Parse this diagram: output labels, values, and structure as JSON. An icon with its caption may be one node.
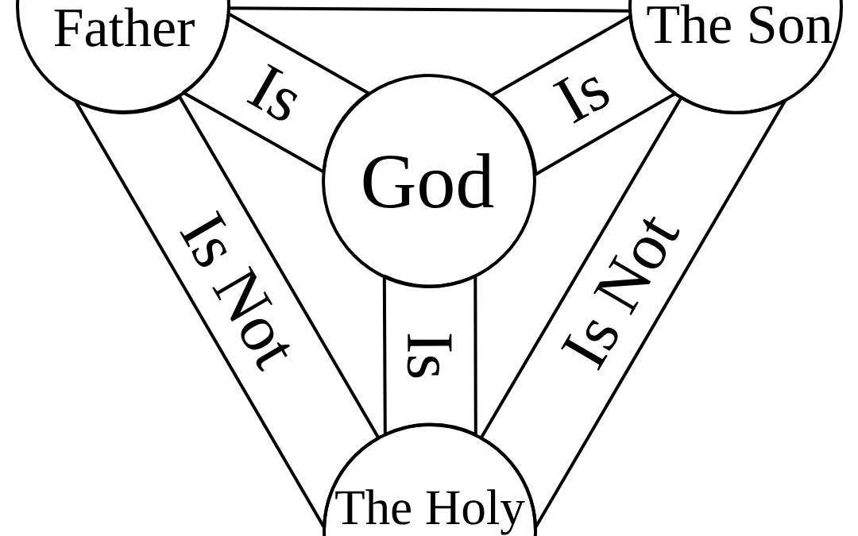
{
  "diagram": {
    "nodes": [
      {
        "text": [
          "Father"
        ]
      },
      {
        "text": [
          "The Son"
        ]
      },
      {
        "text": [
          "God"
        ]
      },
      {
        "text": [
          "The Holy"
        ]
      }
    ],
    "edges": [
      {
        "from": 0,
        "to": 1,
        "arrow": "none"
      },
      {
        "from": 0,
        "to": 2,
        "arrow": "none",
        "label": "Is"
      },
      {
        "from": 1,
        "to": 2,
        "arrow": "none",
        "label": "Is"
      },
      {
        "from": 2,
        "to": 3,
        "arrow": "none",
        "label": "Is"
      },
      {
        "from": 0,
        "to": 3,
        "arrow": "none",
        "label": "Is Not"
      },
      {
        "from": 1,
        "to": 3,
        "arrow": "none",
        "label": "Is Not"
      }
    ]
  }
}
